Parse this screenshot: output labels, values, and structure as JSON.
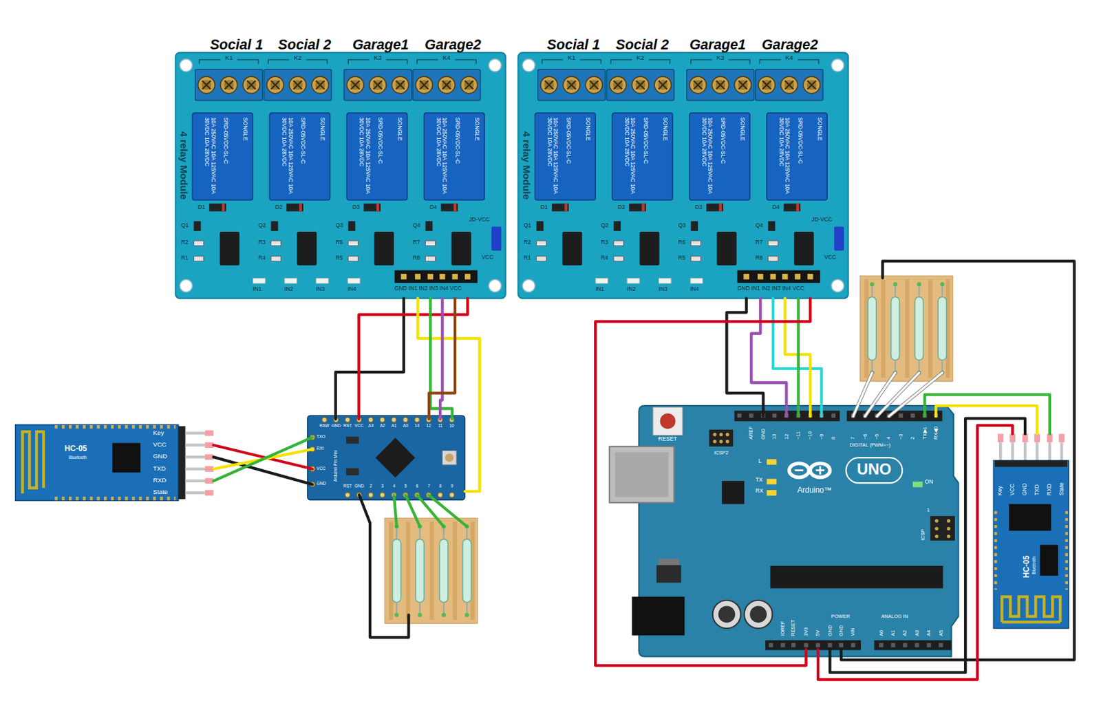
{
  "diagram": {
    "nodes": [
      {
        "text": [
          "K1",
          "K2",
          "K3",
          "K4",
          "4 relay Module",
          "10A 250VAC 10A 125VAC 10A 30VDC 10A 28VDC",
          "10A 250VAC 10A 125VAC 10A 30VDC 10A 28VDC",
          "10A 250VAC 10A 125VAC 10A 30VDC 10A 28VDC",
          "10A 250VAC 10A 125VAC 10A 30VDC 10A 28VDC",
          "SRD-05VDC-SL-C",
          "SRD-05VDC-SL-C",
          "SRD-05VDC-SL-C",
          "SRD-05VDC-SL-C",
          "SONGLE",
          "SONGLE",
          "SONGLE",
          "SONGLE",
          "D1",
          "D2",
          "D3",
          "D4",
          "Q1",
          "Q2",
          "Q3",
          "Q4",
          "R2",
          "R1",
          "R3",
          "R4",
          "R6",
          "R5",
          "R7",
          "R8",
          "IN1",
          "IN2",
          "IN3",
          "IN4",
          "JD-VCC",
          "VCC",
          "GND IN1 IN2 IN3 IN4 VCC"
        ]
      },
      {
        "text": [
          "K1",
          "K2",
          "K3",
          "K4",
          "4 relay Module",
          "10A 250VAC 10A 125VAC 10A 30VDC 10A 28VDC",
          "10A 250VAC 10A 125VAC 10A 30VDC 10A 28VDC",
          "10A 250VAC 10A 125VAC 10A 30VDC 10A 28VDC",
          "10A 250VAC 10A 125VAC 10A 30VDC 10A 28VDC",
          "SRD-05VDC-SL-C",
          "SRD-05VDC-SL-C",
          "SRD-05VDC-SL-C",
          "SRD-05VDC-SL-C",
          "SONGLE",
          "SONGLE",
          "SONGLE",
          "SONGLE",
          "D1",
          "D2",
          "D3",
          "D4",
          "Q1",
          "Q2",
          "Q3",
          "Q4",
          "R2",
          "R1",
          "R3",
          "R4",
          "R6",
          "R5",
          "R7",
          "R8",
          "IN1",
          "IN2",
          "IN3",
          "IN4",
          "JD-VCC",
          "VCC",
          "GND IN1 IN2 IN3 IN4 VCC"
        ]
      },
      {
        "text": [
          "Key",
          "VCC",
          "GND",
          "TXD",
          "RXD",
          "State",
          "HC-05",
          "Bluetooth"
        ]
      },
      {
        "text": [
          "RAW",
          "GND",
          "RST",
          "VCC",
          "A3",
          "A2",
          "A1",
          "A0",
          "13",
          "12",
          "11",
          "10",
          "RST",
          "GND",
          "2",
          "3",
          "4",
          "5",
          "6",
          "7",
          "8",
          "9",
          "TXO",
          "RXI",
          "VCC",
          "GND",
          "Arduino Pro Mini"
        ]
      },
      {
        "text": [
          "RESET",
          "ICSP2",
          "AREF",
          "GND",
          "13",
          "12",
          "~11",
          "~10",
          "~9",
          "8",
          "7",
          "~6",
          "~5",
          "4",
          "~3",
          "2",
          "TX▶1",
          "RX◀0",
          "DIGITAL (PWM=~)",
          "L",
          "TX",
          "RX",
          "UNO",
          "Arduino™",
          "ON",
          "1",
          "ICSP",
          "IOREF",
          "RESET",
          "3V3",
          "5V",
          "GND",
          "GND",
          "VIN",
          "POWER",
          "ANALOG IN",
          "A0",
          "A1",
          "A2",
          "A3",
          "A4",
          "A5"
        ]
      },
      {
        "text": [
          "Key",
          "VCC",
          "GND",
          "TXD",
          "RXD",
          "State",
          "HC-05",
          "Bluetooth"
        ]
      }
    ],
    "edges": [
      {
        "from": 0,
        "to": 3,
        "arrow": "none"
      },
      {
        "from": 0,
        "to": 3,
        "arrow": "none"
      },
      {
        "from": 0,
        "to": 3,
        "arrow": "none"
      },
      {
        "from": 0,
        "to": 3,
        "arrow": "none"
      },
      {
        "from": 0,
        "to": 3,
        "arrow": "none"
      },
      {
        "from": 0,
        "to": 3,
        "arrow": "none"
      },
      {
        "from": 2,
        "to": 3,
        "arrow": "none"
      },
      {
        "from": 2,
        "to": 3,
        "arrow": "none"
      },
      {
        "from": 2,
        "to": 3,
        "arrow": "none"
      },
      {
        "from": 2,
        "to": 3,
        "arrow": "none"
      },
      {
        "from": 1,
        "to": 4,
        "arrow": "none"
      },
      {
        "from": 1,
        "to": 4,
        "arrow": "none"
      },
      {
        "from": 1,
        "to": 4,
        "arrow": "none"
      },
      {
        "from": 1,
        "to": 4,
        "arrow": "none"
      },
      {
        "from": 1,
        "to": 4,
        "arrow": "none"
      },
      {
        "from": 1,
        "to": 4,
        "arrow": "none"
      },
      {
        "from": 5,
        "to": 4,
        "arrow": "none"
      },
      {
        "from": 5,
        "to": 4,
        "arrow": "none"
      },
      {
        "from": 5,
        "to": 4,
        "arrow": "none"
      },
      {
        "from": 5,
        "to": 4,
        "arrow": "none"
      }
    ],
    "labels": [
      "Social 1",
      "Social 2",
      "Garage1",
      "Garage2",
      "Social 1",
      "Social 2",
      "Garage1",
      "Garage2"
    ]
  }
}
